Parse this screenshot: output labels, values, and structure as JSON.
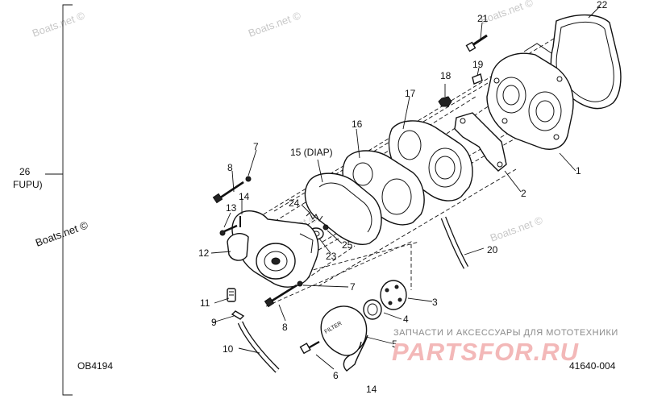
{
  "watermarks": [
    "Boats.net ©",
    "Boats.net ©",
    "Boats.net ©",
    "Boats.net ©",
    "Boats.net ©",
    "Boats.net ©"
  ],
  "assembly_label": {
    "number": "26",
    "name": "FUPU)"
  },
  "drawing_ref": "OB4194",
  "figure_code": "41640-004",
  "bottom_label": "14",
  "shop_banner": "ЗАПЧАСТИ И АКСЕССУАРЫ ДЛЯ МОТОТЕХНИКИ",
  "shop_logo": "PARTSFOR.RU",
  "cover_text": "FILTER",
  "callouts": {
    "p1": "1",
    "p2": "2",
    "p3": "3",
    "p4": "4",
    "p5": "5",
    "p6": "6",
    "p7a": "7",
    "p7b": "7",
    "p8a": "8",
    "p8b": "8",
    "p9": "9",
    "p10": "10",
    "p11": "11",
    "p12": "12",
    "p13": "13",
    "p14": "14",
    "p15": "15 (DIAP)",
    "p16": "16",
    "p17": "17",
    "p18": "18",
    "p19": "19",
    "p20": "20",
    "p21": "21",
    "p22": "22",
    "p23": "23",
    "p24": "24",
    "p25": "25"
  }
}
